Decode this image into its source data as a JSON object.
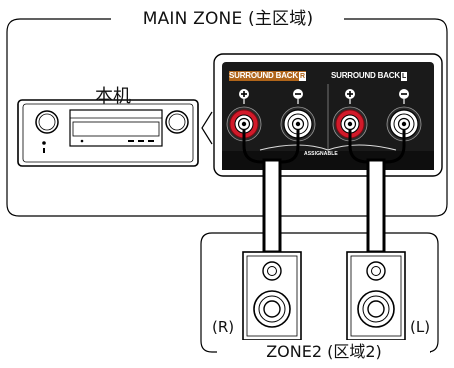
{
  "main_zone": {
    "title": "MAIN ZONE (主区域)"
  },
  "unit": {
    "label": "本机"
  },
  "terminal_panel": {
    "sections": [
      {
        "text": "SURROUND BACK",
        "letter": "R"
      },
      {
        "text": "SURROUND BACK",
        "letter": "L"
      }
    ],
    "polarity_plus": "+",
    "polarity_minus": "−",
    "assignable": "ASSIGNABLE"
  },
  "zone2": {
    "title": "ZONE2 (区域2)",
    "left_speaker_label": "(R)",
    "right_speaker_label": "(L)"
  },
  "colors": {
    "accent": "#b0651a",
    "panel": "#1a1a1a",
    "terminal_red": "#d21a2a"
  }
}
